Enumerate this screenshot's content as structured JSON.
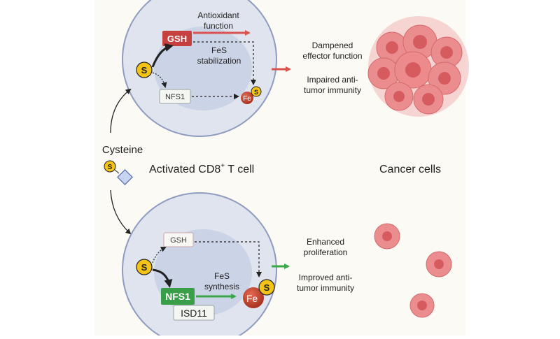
{
  "background": "#fbfaf4",
  "colors": {
    "outer_cell": "#dfe4ef",
    "nucleus": "#b9c4df",
    "cell_stroke": "#8f9bbf",
    "gsh_red": "#c6403f",
    "nfs1_green": "#3a9d48",
    "arrow_red": "#d9534f",
    "arrow_green": "#3aa84a",
    "sulfur_yellow": "#f3c316",
    "iron_red": "#c8402a",
    "cancer_pink": "#e77b7e"
  },
  "left": {
    "cysteine_label": "Cysteine",
    "s_symbol": "S",
    "cell_type_label": "Activated CD8",
    "cell_type_sup": "+",
    "cell_type_suffix": " T cell"
  },
  "top_panel": {
    "gsh_label": "GSH",
    "nfs1_label": "NFS1",
    "antioxidant_label": [
      "Antioxidant",
      "function"
    ],
    "fes_label": [
      "FeS",
      "stabilization"
    ],
    "fe_symbol": "Fe",
    "s_symbol": "S",
    "outcome_1": [
      "Dampened",
      "effector function"
    ],
    "outcome_2": [
      "Impaired anti-",
      "tumor immunity"
    ]
  },
  "bottom_panel": {
    "gsh_label": "GSH",
    "nfs1_label": "NFS1",
    "isd11_label": "ISD11",
    "fes_label": [
      "FeS",
      "synthesis"
    ],
    "fe_symbol": "Fe",
    "s_symbol": "S",
    "outcome_1": [
      "Enhanced",
      "proliferation"
    ],
    "outcome_2": [
      "Improved anti-",
      "tumor immunity"
    ]
  },
  "right": {
    "cancer_label": "Cancer cells"
  }
}
